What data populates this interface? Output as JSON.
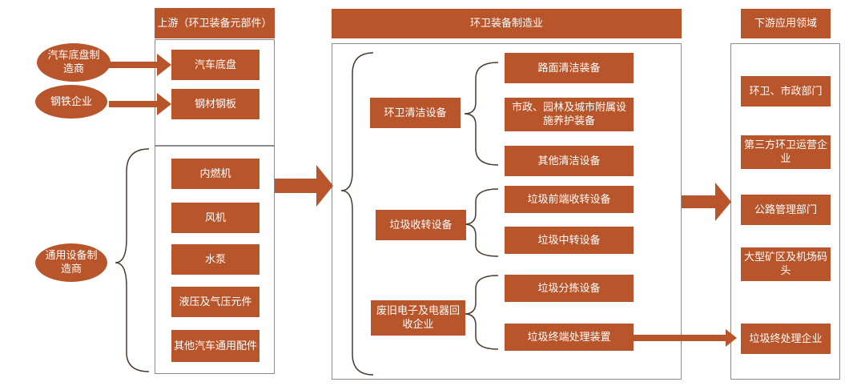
{
  "colors": {
    "accent": "#b8552b",
    "frame": "#8c8c8c",
    "bracket": "#4a3a30"
  },
  "upstream": {
    "header": "上游（环卫装备元部件）",
    "sources": [
      "汽车底盘制造商",
      "钢铁企业",
      "通用设备制造商"
    ],
    "items": [
      "汽车底盘",
      "钢材钢板",
      "内燃机",
      "风机",
      "水泵",
      "液压及气压元件",
      "其他汽车通用配件"
    ]
  },
  "midstream": {
    "header": "环卫装备制造业",
    "groups": [
      {
        "label": "环卫清洁设备",
        "items": [
          "路面清洁装备",
          "市政、园林及城市附属设施养护装备",
          "其他清洁设备"
        ]
      },
      {
        "label": "垃圾收转设备",
        "items": [
          "垃圾前端收转设备",
          "垃圾中转设备"
        ]
      },
      {
        "label": "废旧电子及电器回收企业",
        "items": [
          "垃圾分拣设备",
          "垃圾终端处理装置"
        ]
      }
    ]
  },
  "downstream": {
    "header": "下游应用领域",
    "items": [
      "环卫、市政部门",
      "第三方环卫运营企业",
      "公路管理部门",
      "大型矿区及机场码头",
      "垃圾终处理企业"
    ]
  }
}
